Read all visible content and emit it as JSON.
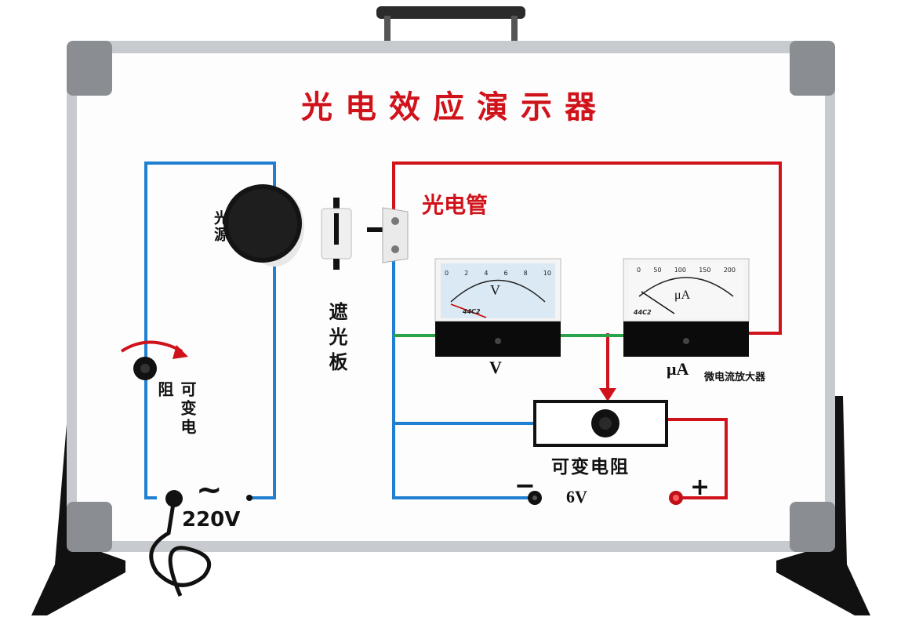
{
  "board": {
    "title": "光电效应演示器",
    "phototube_label": "光电管",
    "light_source_label": "光源",
    "shutter_label": "遮光板",
    "left_resistor_label": "可变电阻",
    "resistor_label": "可变电阻",
    "ac_symbol": "~",
    "ac_voltage": "220V",
    "dc_voltage": "6V",
    "minus_sign": "−",
    "plus_sign": "+",
    "voltmeter_unit": "V",
    "microammeter_unit": "μA",
    "amplifier_label": "微电流放大器",
    "voltmeter_face": {
      "ticks": [
        "0",
        "2",
        "4",
        "6",
        "8",
        "10"
      ],
      "symbol": "V",
      "model": "44C2"
    },
    "microammeter_face": {
      "ticks": [
        "0",
        "50",
        "100",
        "150",
        "200"
      ],
      "symbol": "μA",
      "model": "44C2"
    },
    "colors": {
      "red_wire": "#d0121a",
      "blue_wire": "#1f7fd1",
      "green_wire": "#2aa34a",
      "frame": "#c7cace",
      "frame_corner": "#8a8d91"
    }
  }
}
